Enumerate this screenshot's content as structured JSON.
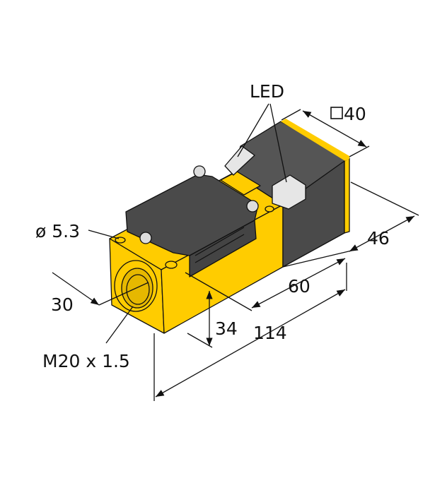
{
  "colors": {
    "housing_yellow": "#FFCC00",
    "head_dark": "#4A4A4A",
    "cover_dark": "#444444",
    "led_gray": "#E6E6E6",
    "line": "#111111"
  },
  "labels": {
    "led": "LED",
    "square_40": "40",
    "dim_46": "46",
    "dim_60": "60",
    "dim_114": "114",
    "dim_34": "34",
    "hole_diameter": "ø 5.3",
    "dim_30": "30",
    "thread": "M20 x 1.5"
  }
}
